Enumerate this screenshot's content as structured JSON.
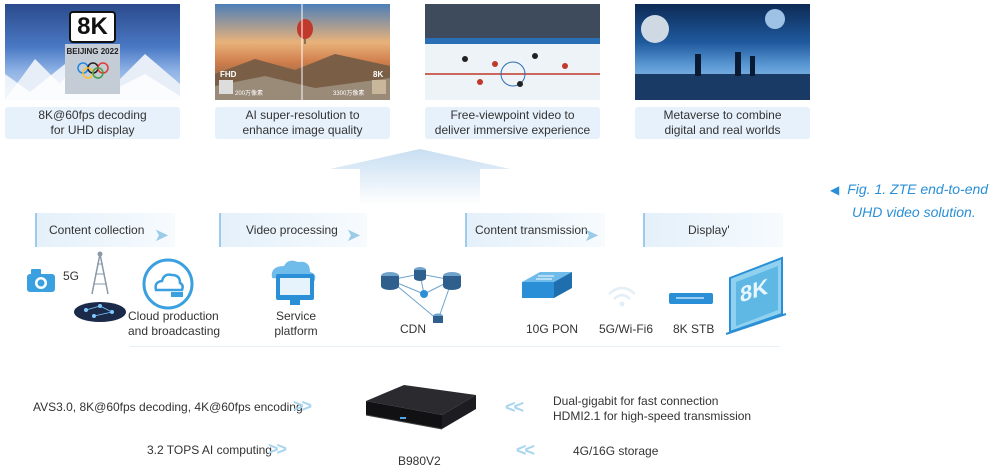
{
  "top_captions": [
    {
      "line1": "8K@60fps decoding",
      "line2": "for UHD display"
    },
    {
      "line1": "AI super-resolution to",
      "line2": "enhance image quality"
    },
    {
      "line1": "Free-viewpoint video to",
      "line2": "deliver immersive experience"
    },
    {
      "line1": "Metaverse to combine",
      "line2": "digital and real worlds"
    }
  ],
  "thumb_text": {
    "beijing_badge": "8K",
    "beijing_text": "BEIJING 2022",
    "fhd": "FHD",
    "eightk": "8K",
    "small_left": "200万像素",
    "small_right": "3300万像素"
  },
  "figure_caption": {
    "line1": "Fig. 1. ZTE end-to-end",
    "line2": "UHD video solution."
  },
  "stages": [
    "Content collection",
    "Video processing",
    "Content transmission",
    "Display'"
  ],
  "network_labels": {
    "fiveg": "5G",
    "cloud_line1": "Cloud production",
    "cloud_line2": "and broadcasting",
    "service_line1": "Service",
    "service_line2": "platform",
    "cdn": "CDN",
    "pon": "10G PON",
    "wifi": "5G/Wi-Fi6",
    "stb": "8K STB",
    "tv_badge": "8K"
  },
  "device": {
    "name": "B980V2"
  },
  "features_left": [
    "AVS3.0, 8K@60fps decoding, 4K@60fps encoding",
    "3.2 TOPS AI computing"
  ],
  "features_right": [
    "Dual-gigabit for fast connection",
    "HDMI2.1 for high-speed transmission",
    "4G/16G storage"
  ],
  "colors": {
    "accent": "#2a8fd6",
    "light_blue": "#e6f1fb",
    "icon_blue": "#3aa0e0"
  }
}
